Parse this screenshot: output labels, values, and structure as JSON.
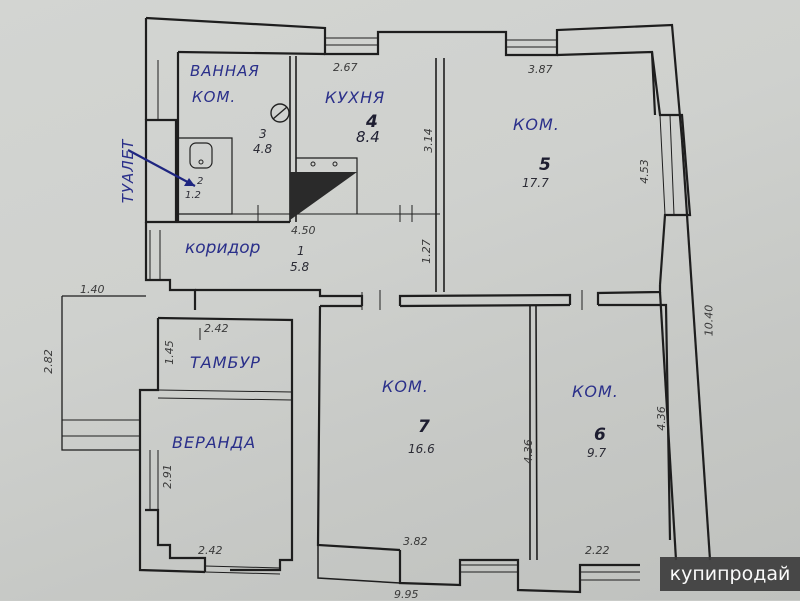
{
  "plan": {
    "rooms": [
      {
        "id": "vannaya",
        "name_line1": "ВАННАЯ",
        "name_line2": "КОМ.",
        "number": "3",
        "area": "4.8"
      },
      {
        "id": "kukhnya",
        "name": "КУХНЯ",
        "number": "4",
        "area": "8.4"
      },
      {
        "id": "kom5",
        "name": "КОМ.",
        "number": "5",
        "area": "17.7"
      },
      {
        "id": "tualet",
        "name": "ТУАЛЕТ",
        "number": "2",
        "area": "1.2"
      },
      {
        "id": "koridor",
        "name": "коридор",
        "number": "1",
        "area": "5.8"
      },
      {
        "id": "tambur",
        "name": "ТАМБУР"
      },
      {
        "id": "veranda",
        "name": "ВЕРАНДА"
      },
      {
        "id": "kom7",
        "name": "КОМ.",
        "number": "7",
        "area": "16.6"
      },
      {
        "id": "kom6",
        "name": "КОМ.",
        "number": "6",
        "area": "9.7"
      }
    ],
    "dimensions": {
      "kitchen_width": "2.67",
      "room5_width": "3.87",
      "kitchen_depth": "3.14",
      "room5_depth": "4.53",
      "corridor_length": "4.50",
      "corridor_depth": "1.27",
      "porch_width": "1.40",
      "porch_depth": "2.82",
      "tambur_width": "2.42",
      "tambur_depth": "1.45",
      "veranda_depth": "2.91",
      "veranda_width": "2.42",
      "room7_depth": "4.36",
      "room6_depth": "4.36",
      "room7_width": "3.82",
      "room6_width": "2.22",
      "total_depth": "10.40",
      "total_width": "9.95"
    }
  },
  "watermark": {
    "text": "купипродай"
  }
}
